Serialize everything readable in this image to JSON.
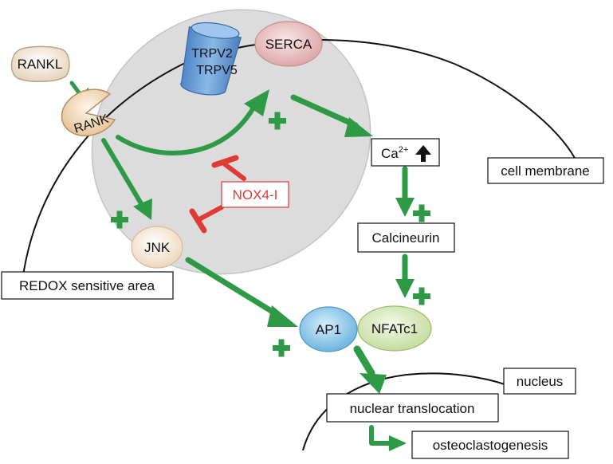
{
  "diagram": {
    "nodes": {
      "rankl": "RANKL",
      "rank": "RANK",
      "trpv2": "TRPV2",
      "trpv5": "TRPV5",
      "serca": "SERCA",
      "ca_base": "Ca",
      "ca_sup": "2+",
      "cell_membrane": "cell membrane",
      "nox4": "NOX4-I",
      "jnk": "JNK",
      "redox": "REDOX sensitive area",
      "calcineurin": "Calcineurin",
      "ap1": "AP1",
      "nfatc1": "NFATc1",
      "nucleus": "nucleus",
      "nuclear_translocation": "nuclear translocation",
      "osteoclastogenesis": "osteoclastogenesis"
    },
    "colors": {
      "activation": "#2e9a45",
      "inhibition": "#e03a36",
      "redox_area": "#d9d9d9",
      "rank": "#f3dcc0",
      "trpv": "#6fa8dc",
      "serca": "#ecc2c2",
      "jnk": "#f7e7d2",
      "ap1": "#8fc9ea",
      "nfatc1": "#d6e8b8"
    },
    "icons": [
      "activation-plus-icon",
      "inhibition-bar-icon",
      "arrow-up-icon"
    ]
  }
}
